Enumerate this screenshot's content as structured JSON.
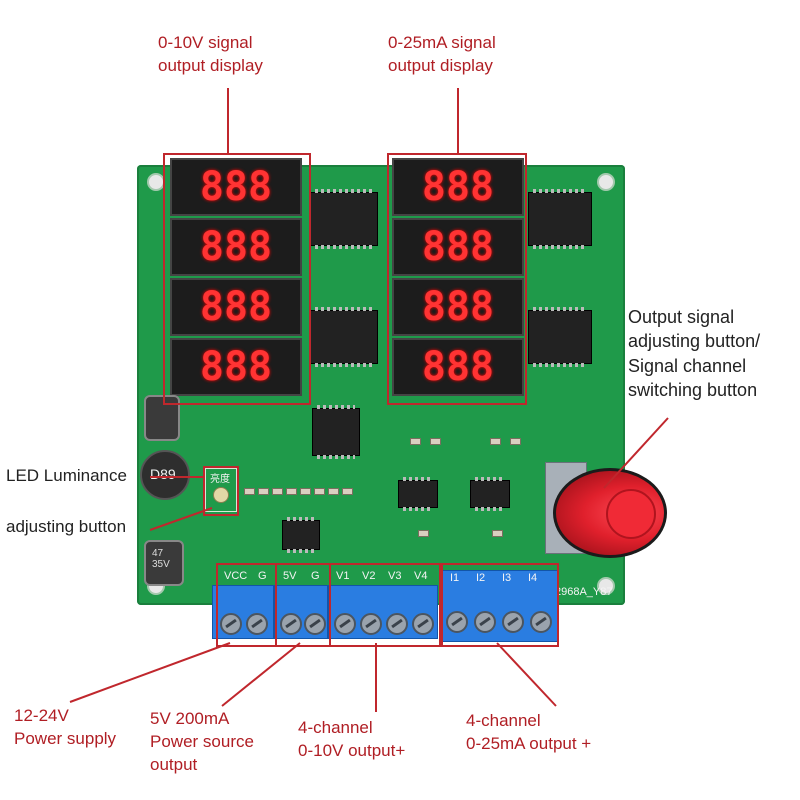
{
  "labels": {
    "v_display": "0-10V signal\noutput display",
    "ma_display": "0-25mA signal\noutput display",
    "knob": "Output signal\nadjusting button/\nSignal channel\nswitching button",
    "led_lum_1": "LED Luminance",
    "led_lum_2": "adjusting button",
    "power": "12-24V\nPower supply",
    "source_5v": "5V 200mA\nPower source\noutput",
    "v_output": "4-channel\n0-10V output+",
    "ma_output": "4-channel\n0-25mA output +"
  },
  "silkscreen": {
    "vcc": "VCC",
    "g1": "G",
    "v5": "5V",
    "g2": "G",
    "v1": "V1",
    "v2": "V2",
    "v3": "V3",
    "v4": "V4",
    "i1": "I1",
    "i2": "I2",
    "i3": "I3",
    "i4": "I4",
    "model": "2968A_Y87",
    "cn_brightness": "亮度",
    "cap1": "47\n35V",
    "inductor": "D89"
  },
  "displays": {
    "v": [
      "888",
      "888",
      "888",
      "888"
    ],
    "ma": [
      "888",
      "888",
      "888",
      "888"
    ]
  },
  "colors": {
    "pcb": "#1f9a4a",
    "annotation": "#c0272d",
    "terminal": "#2a7de1",
    "segment": "#ff3333",
    "knob": "#e0202c"
  }
}
